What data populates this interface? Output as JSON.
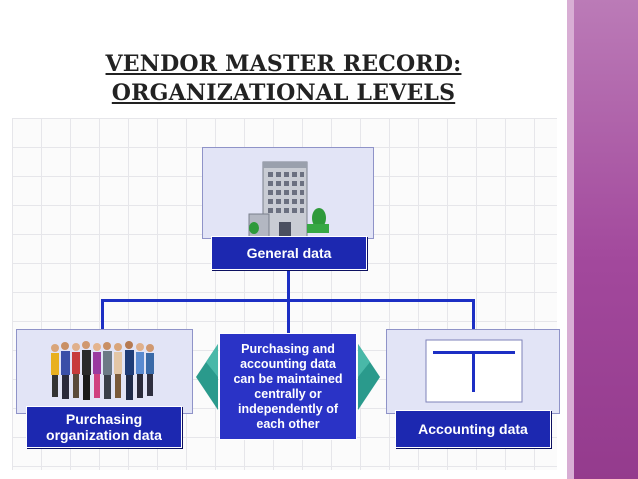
{
  "title": {
    "line1": "VENDOR MASTER RECORD:",
    "line2": "ORGANIZATIONAL LEVELS"
  },
  "nodes": {
    "general": {
      "label": "General data"
    },
    "purchasing": {
      "label": "Purchasing\norganization data"
    },
    "accounting": {
      "label": "Accounting data"
    }
  },
  "center_note": "Purchasing and\naccounting data\ncan be maintained\ncentrally or\nindependently of\neach other",
  "icons": [
    "office-building-icon",
    "people-group-icon",
    "t-account-icon",
    "left-arrow-icon",
    "right-arrow-icon"
  ],
  "colors": {
    "label_blue": "#1c28b0",
    "card_bg": "#e2e4f6",
    "sidebar_purple": "#a2489c",
    "arrow_teal": "#2a9a8c"
  }
}
